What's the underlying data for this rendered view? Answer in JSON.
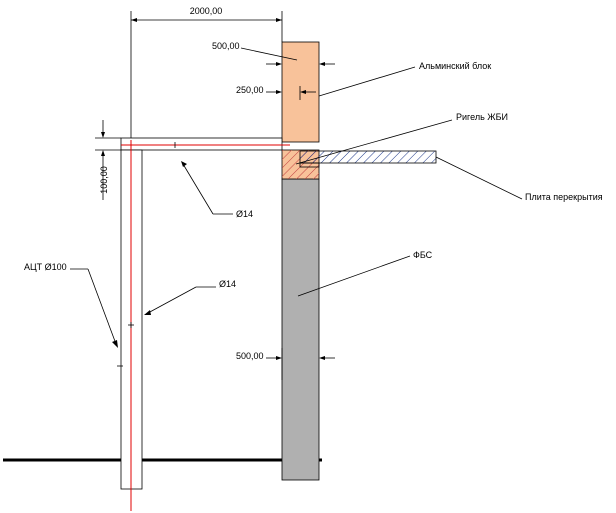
{
  "dimensions": {
    "span": "2000,00",
    "block_width": "500,00",
    "block_offset": "250,00",
    "height_100": "100,00",
    "fbs_width": "500,00"
  },
  "labels": {
    "aerated_block": "Альминский блок",
    "rc_beam": "Ригель ЖБИ",
    "floor_slab": "Плита перекрытия",
    "fbs": "ФБС",
    "pipe": "АЦТ Ø100",
    "rebar_1": "Ø14",
    "rebar_2": "Ø14"
  },
  "colors": {
    "aerated_block": "#f8c29a",
    "fbs": "#b0b0b0",
    "rebar": "#e00000",
    "line": "#000000",
    "hatch": "#1f3a8a"
  }
}
